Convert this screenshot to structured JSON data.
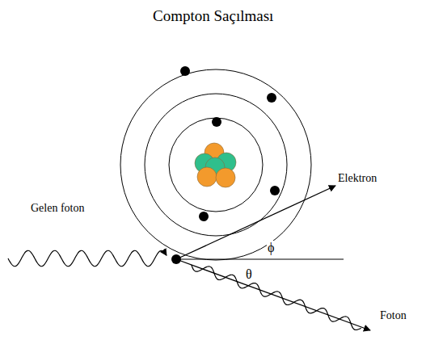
{
  "diagram": {
    "title": "Compton Saçılması",
    "labels": [
      "Gelen foton",
      "Elektron",
      "ϕ",
      "θ",
      "Foton"
    ]
  }
}
